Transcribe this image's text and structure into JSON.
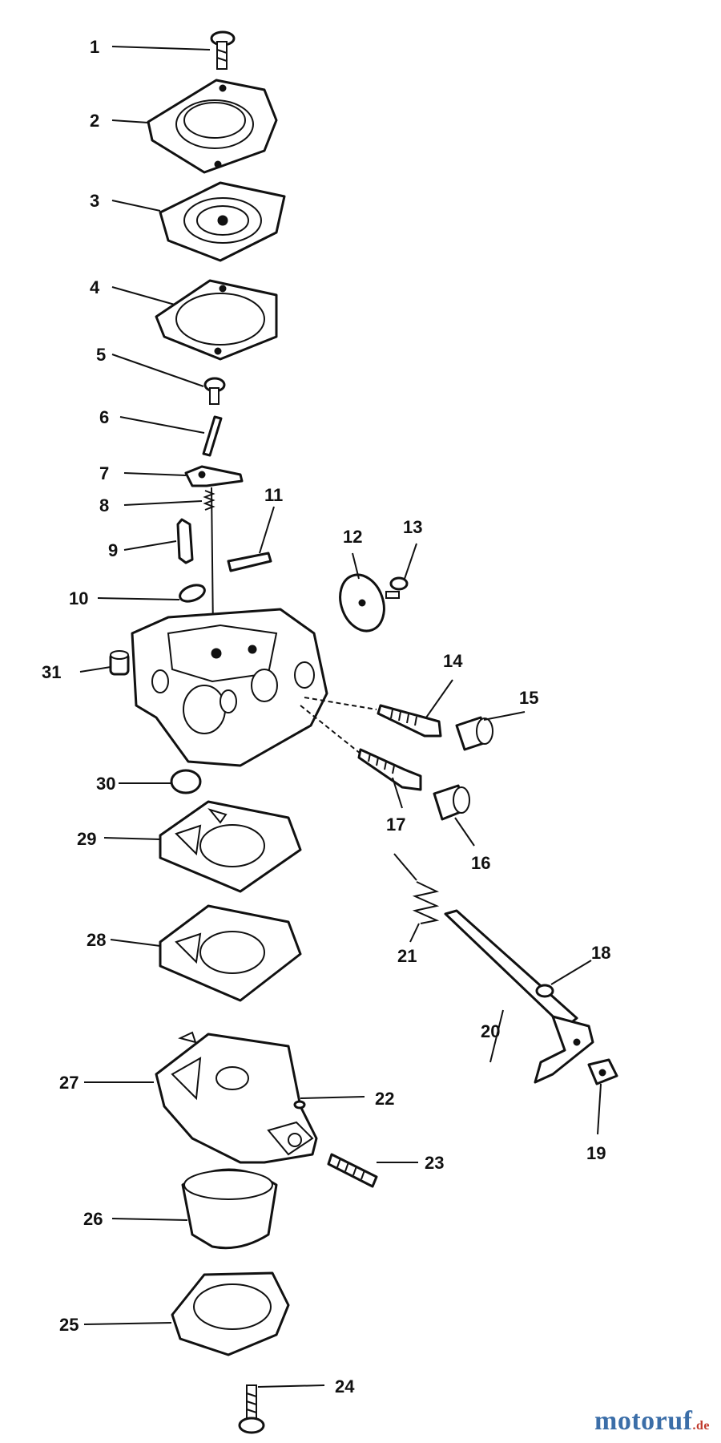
{
  "callouts": [
    "1",
    "2",
    "3",
    "4",
    "5",
    "6",
    "7",
    "8",
    "9",
    "10",
    "11",
    "12",
    "13",
    "14",
    "15",
    "16",
    "17",
    "18",
    "19",
    "20",
    "21",
    "22",
    "23",
    "24",
    "25",
    "26",
    "27",
    "28",
    "29",
    "30",
    "31"
  ],
  "watermark": {
    "main": "motoruf",
    "suffix": ".de"
  },
  "colors": {
    "ink": "#111111",
    "watermark_blue": "#3b6ea8",
    "watermark_red": "#c0392b"
  }
}
